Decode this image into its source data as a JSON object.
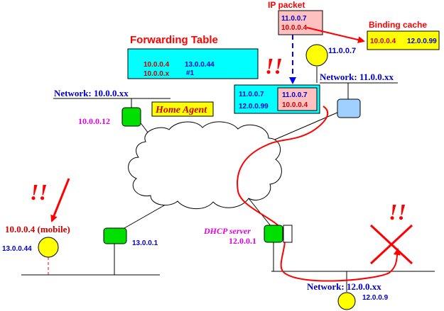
{
  "colors": {
    "red": "#ff0000",
    "blue": "#0000cc",
    "magenta": "#e000e0",
    "cyan": "#00ffff",
    "pink": "#ffc0c0",
    "yellow": "#ffff00",
    "green": "#00e000",
    "lightblue": "#a0d0ff",
    "darkred": "#cc0000"
  },
  "titles": {
    "ip_packet": "IP packet",
    "binding_cache": "Binding cache",
    "forwarding_table": "Forwarding Table"
  },
  "ip_packet": {
    "dst": "11.0.0.7",
    "src": "10.0.0.4"
  },
  "binding_cache": {
    "home": "10.0.0.4",
    "care_of": "12.0.0.99"
  },
  "forwarding_table": {
    "row1_addr": "10.0.0.4",
    "row1_next": "13.0.0.44",
    "row2_addr": "10.0.0.x",
    "row2_next": "#1"
  },
  "encapsulated": {
    "outer_dst": "11.0.0.7",
    "outer_src": "12.0.0.99",
    "inner_dst": "11.0.0.7",
    "inner_src": "10.0.0.4"
  },
  "labels": {
    "network_10": "Network: 10.0.0.xx",
    "network_11": "Network: 11.0.0.xx",
    "network_12": "Network: 12.0.0.xx",
    "host_11": "11.0.0.7",
    "home_agent": "Home Agent",
    "router_10": "10.0.0.12",
    "mobile": "10.0.0.4 (mobile)",
    "mobile_coa": "13.0.0.44",
    "router_13": "13.0.0.1",
    "dhcp_server": "DHCP server",
    "router_12": "12.0.0.1",
    "host_12": "12.0.0.9",
    "exclaim": "!!"
  }
}
